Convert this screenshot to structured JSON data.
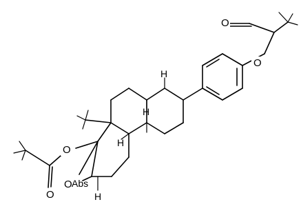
{
  "diagram": {
    "type": "chemical-structure",
    "atom_labels": {
      "o_ester_a": "O",
      "o_ester_b": "O",
      "o_carbonyl_a": "O",
      "o_carbonyl_b": "O",
      "o_epoxide": "O",
      "abs_marker": "Abs",
      "hydrogen": "H"
    }
  }
}
